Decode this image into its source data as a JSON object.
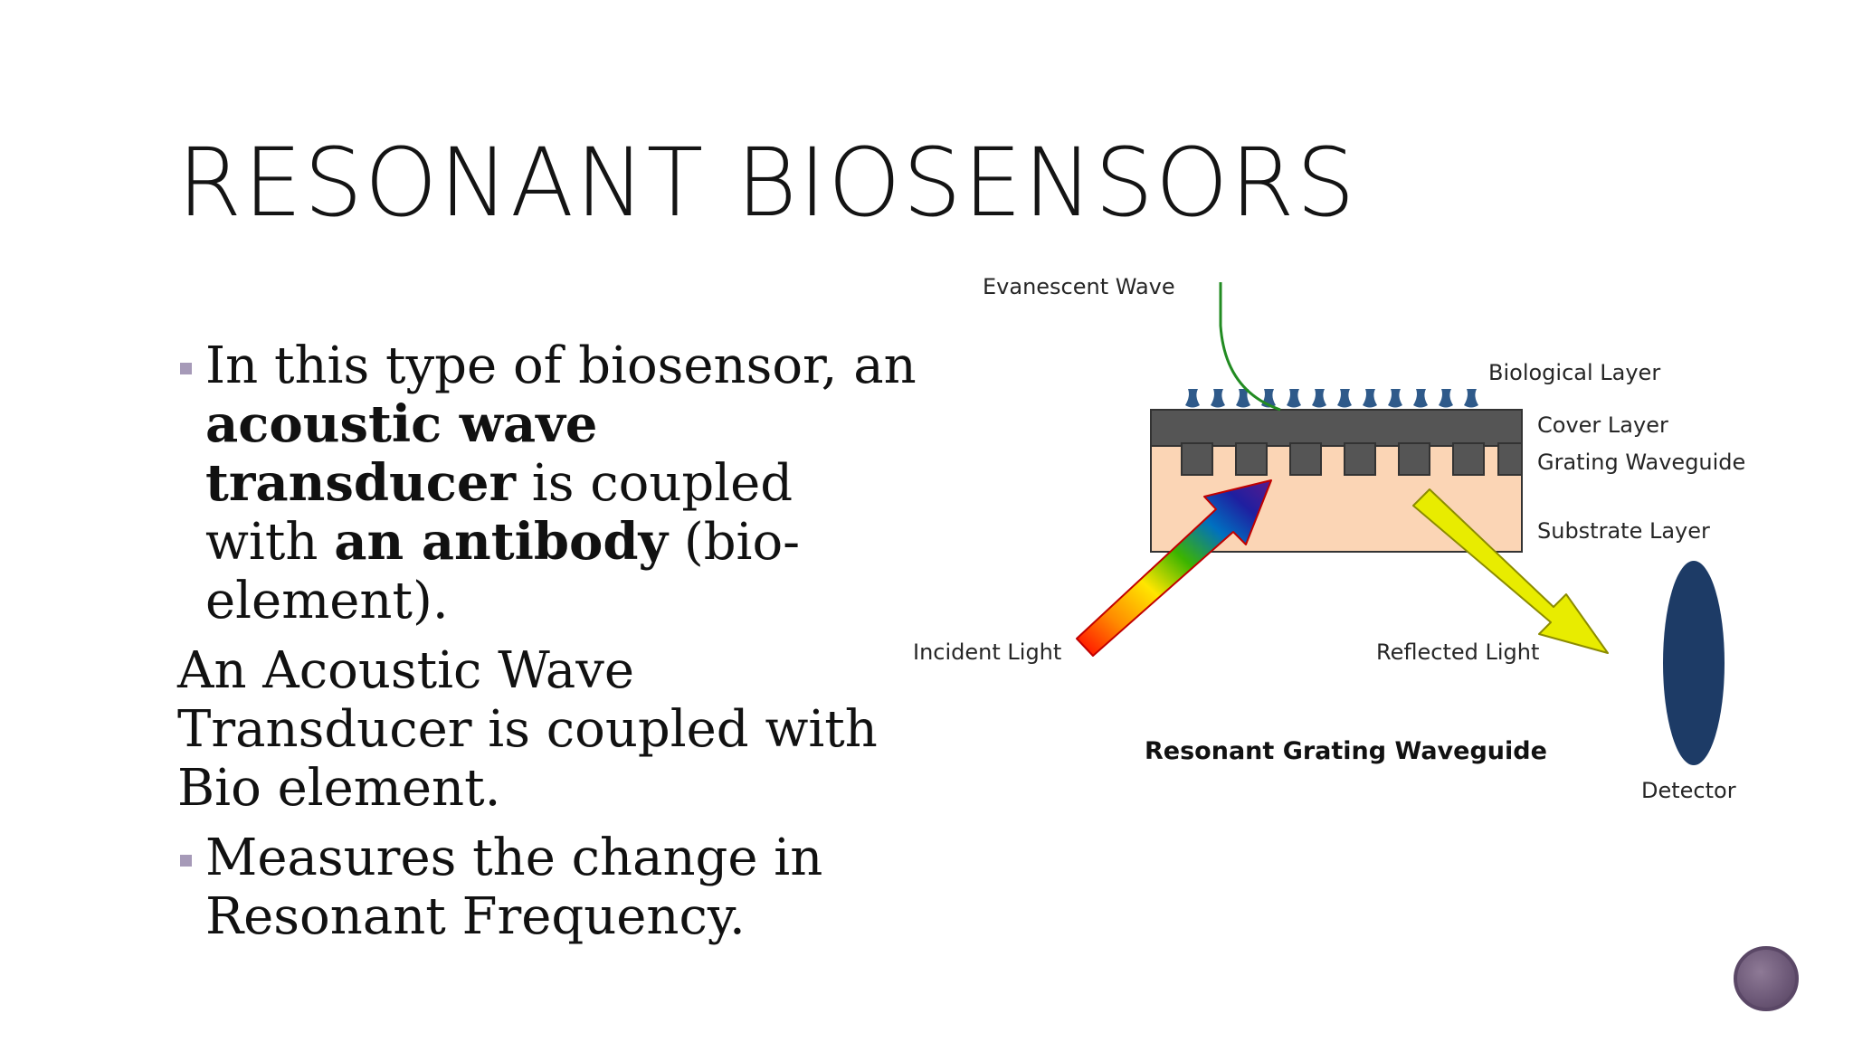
{
  "slide": {
    "title": "RESONANT BIOSENSORS",
    "bullet1": {
      "t1": "In this type of biosensor, an ",
      "b1": "acoustic wave transducer",
      "t2": " is coupled with ",
      "b2": "an antibody",
      "t3": " (bio-element)."
    },
    "plain_paragraph": "An Acoustic Wave Transducer is coupled with Bio element.",
    "bullet2": "Measures the change in Resonant Frequency."
  },
  "diagram": {
    "labels": {
      "evanescent_wave": "Evanescent Wave",
      "biological_layer": "Biological Layer",
      "cover_layer": "Cover Layer",
      "grating_waveguide": "Grating Waveguide",
      "substrate_layer": "Substrate Layer",
      "incident_light": "Incident Light",
      "reflected_light": "Reflected Light",
      "caption": "Resonant Grating Waveguide",
      "detector": "Detector"
    },
    "colors": {
      "cover": "#555555",
      "substrate": "#fbd5b5",
      "biolayer": "#2f5a8a",
      "evanescent": "#228b22",
      "reflected": "#e8ec00",
      "detector": "#1d3b66",
      "bullet_marker": "#a69ab8",
      "page_button": "#6b5776"
    }
  },
  "nav": {
    "icon": "circle-page-button"
  }
}
